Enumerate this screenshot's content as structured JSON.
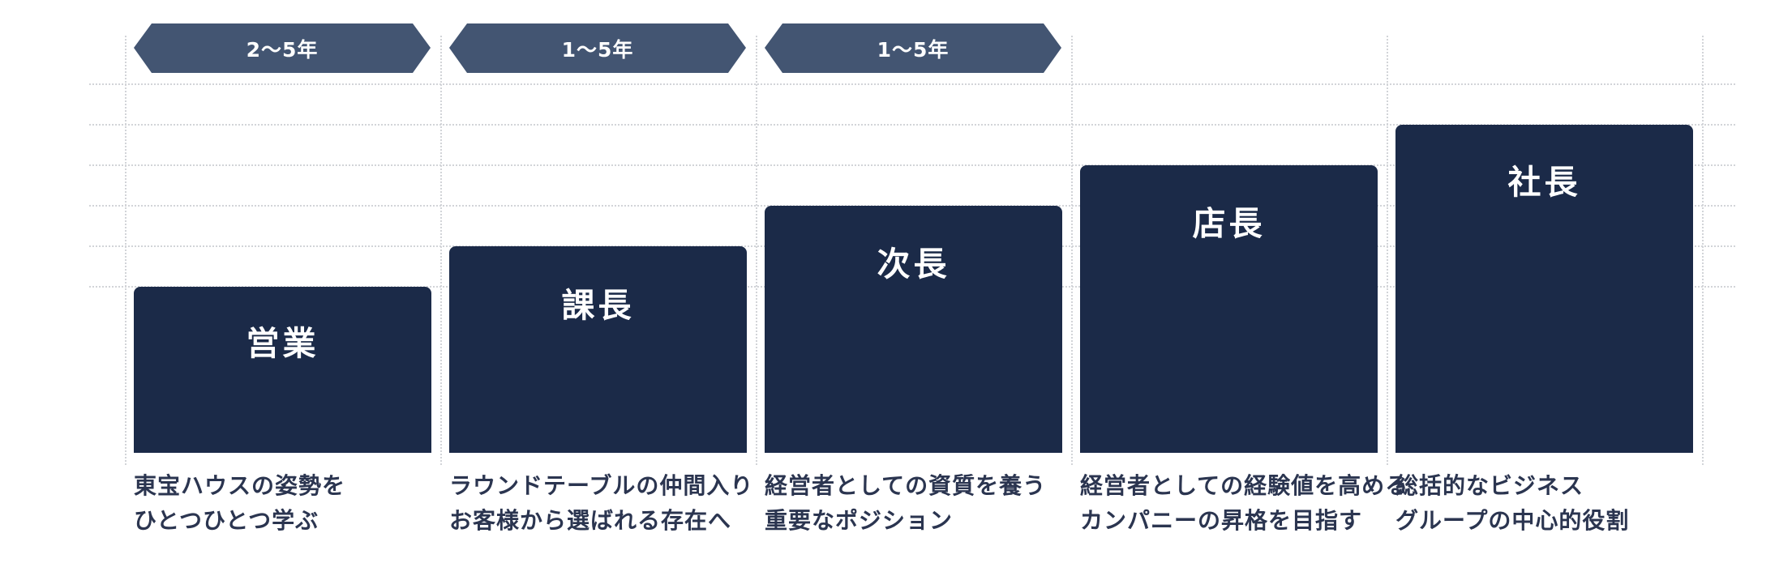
{
  "colors": {
    "bar": "#1b2a48",
    "duration_badge": "#435572",
    "grid": "#d2d4d8",
    "description_text": "#2b3550",
    "title_text": "#ffffff"
  },
  "durations": [
    {
      "label": "2〜5年"
    },
    {
      "label": "1〜5年"
    },
    {
      "label": "1〜5年"
    }
  ],
  "stages": [
    {
      "title": "営業",
      "level": 1,
      "desc_line1": "東宝ハウスの姿勢を",
      "desc_line2": "ひとつひとつ学ぶ"
    },
    {
      "title": "課長",
      "level": 2,
      "desc_line1": "ラウンドテーブルの仲間入り",
      "desc_line2": "お客様から選ばれる存在へ"
    },
    {
      "title": "次長",
      "level": 3,
      "desc_line1": "経営者としての資質を養う",
      "desc_line2": "重要なポジション"
    },
    {
      "title": "店長",
      "level": 4,
      "desc_line1": "経営者としての経験値を高める",
      "desc_line2": "カンパニーの昇格を目指す"
    },
    {
      "title": "社長",
      "level": 5,
      "desc_line1": "総括的なビジネス",
      "desc_line2": "グループの中心的役割"
    }
  ]
}
